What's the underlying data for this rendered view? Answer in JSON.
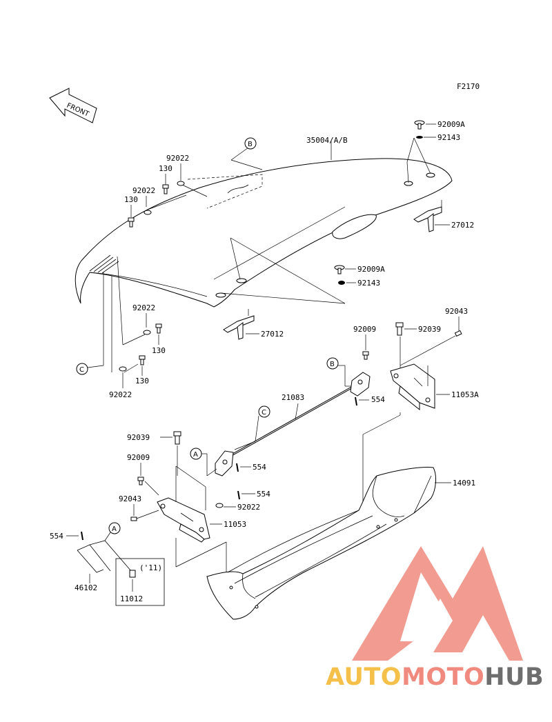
{
  "figure_code": "F2170",
  "front_label": "FRONT",
  "callouts": {
    "b_top": "B",
    "c_left": "C",
    "b_right": "B",
    "c_rod": "C",
    "a_bracket": "A",
    "a_stand": "A"
  },
  "parts": {
    "p35004": "35004/A/B",
    "p92009A_top": "92009A",
    "p92143_top": "92143",
    "p27012_right": "27012",
    "p92022_upper": "92022",
    "p130_upper": "130",
    "p92022_mid": "92022",
    "p130_mid": "130",
    "p92009A_mid": "92009A",
    "p92143_mid": "92143",
    "p27012_lower": "27012",
    "p92022_low1": "92022",
    "p130_low1": "130",
    "p130_low2": "130",
    "p92022_low2": "92022",
    "p92043_right": "92043",
    "p92009_right": "92009",
    "p92039_right": "92039",
    "p11053A": "11053A",
    "p21083": "21083",
    "p554_rod": "554",
    "p92039_left": "92039",
    "p554_bracket": "554",
    "p92009_left": "92009",
    "p554_low": "554",
    "p92022_bracket": "92022",
    "p92043_left": "92043",
    "p11053": "11053",
    "p14091": "14091",
    "p554_stand": "554",
    "p46102": "46102",
    "p11012": "11012",
    "p_year_note": "('11)"
  },
  "watermark": {
    "part1": "AUTO",
    "part2": "MOTO",
    "part3": "HUB",
    "color1": "#f5c04a",
    "color2": "#f08a7e",
    "color3": "#6e6e6e",
    "logo_color": "#f08a7e"
  }
}
